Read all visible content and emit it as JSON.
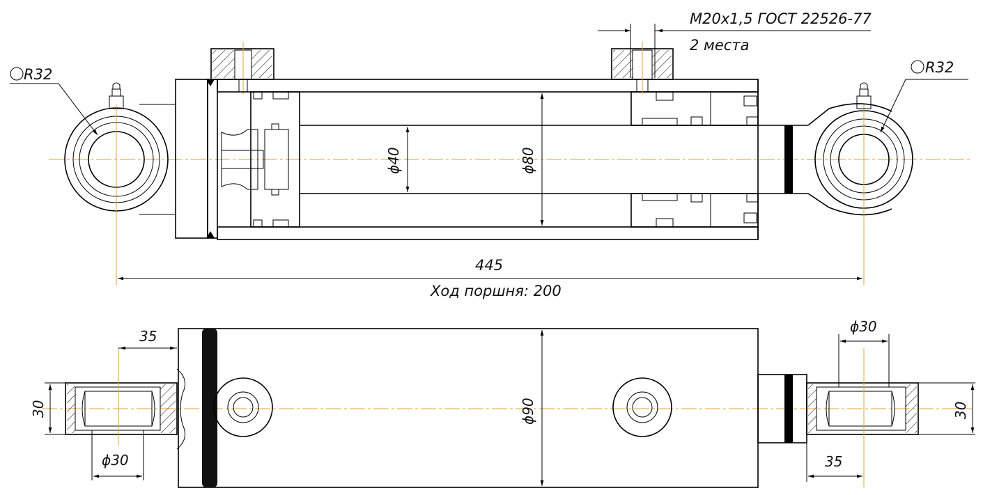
{
  "labels": {
    "thread_spec": "M20x1,5 ГОСТ 22526-77",
    "places": "2 места",
    "radius_left": "R32",
    "radius_right": "R32",
    "rod_diameter": "ϕ40",
    "bore_diameter": "ϕ80",
    "overall_length": "445",
    "stroke": "Ход поршня: 200",
    "lug_width_left": "35",
    "lug_width_right": "35",
    "pin_dia_left": "ϕ30",
    "pin_dia_right": "ϕ30",
    "eye_thickness_left": "30",
    "eye_thickness_right": "30",
    "body_diameter": "ϕ90"
  },
  "colors": {
    "line": "#000000",
    "centerline": "#e3a23a",
    "background": "#ffffff"
  }
}
